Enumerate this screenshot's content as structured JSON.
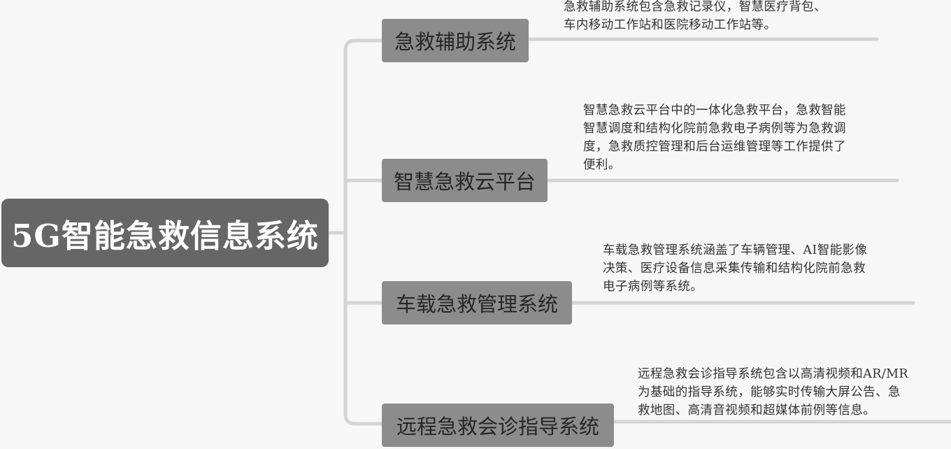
{
  "root": {
    "label": "5G智能急救信息系统"
  },
  "branches": [
    {
      "label": "急救辅助系统",
      "description": [
        "急救辅助系统包含急救记录仪，智慧医疗背包、",
        "车内移动工作站和医院移动工作站等。"
      ]
    },
    {
      "label": "智慧急救云平台",
      "description": [
        "智慧急救云平台中的一体化急救平台，急救智能",
        "智慧调度和结构化院前急救电子病例等为急救调",
        "度，急救质控管理和后台运维管理等工作提供了",
        "便利。"
      ]
    },
    {
      "label": "车载急救管理系统",
      "description": [
        "车载急救管理系统涵盖了车辆管理、AI智能影像",
        "决策、医疗设备信息采集传输和结构化院前急救",
        "电子病例等系统。"
      ]
    },
    {
      "label": "远程急救会诊指导系统",
      "description": [
        "远程急救会诊指导系统包含以高清视频和AR/MR",
        "为基础的指导系统，能够实时传输大屏公告、急",
        "救地图、高清音视频和超媒体前例等信息。"
      ]
    }
  ],
  "colors": {
    "background": "#f7f7f7",
    "root_fill": "#666666",
    "branch_fill": "#8c8c8c",
    "connector": "#d4d4d4"
  }
}
